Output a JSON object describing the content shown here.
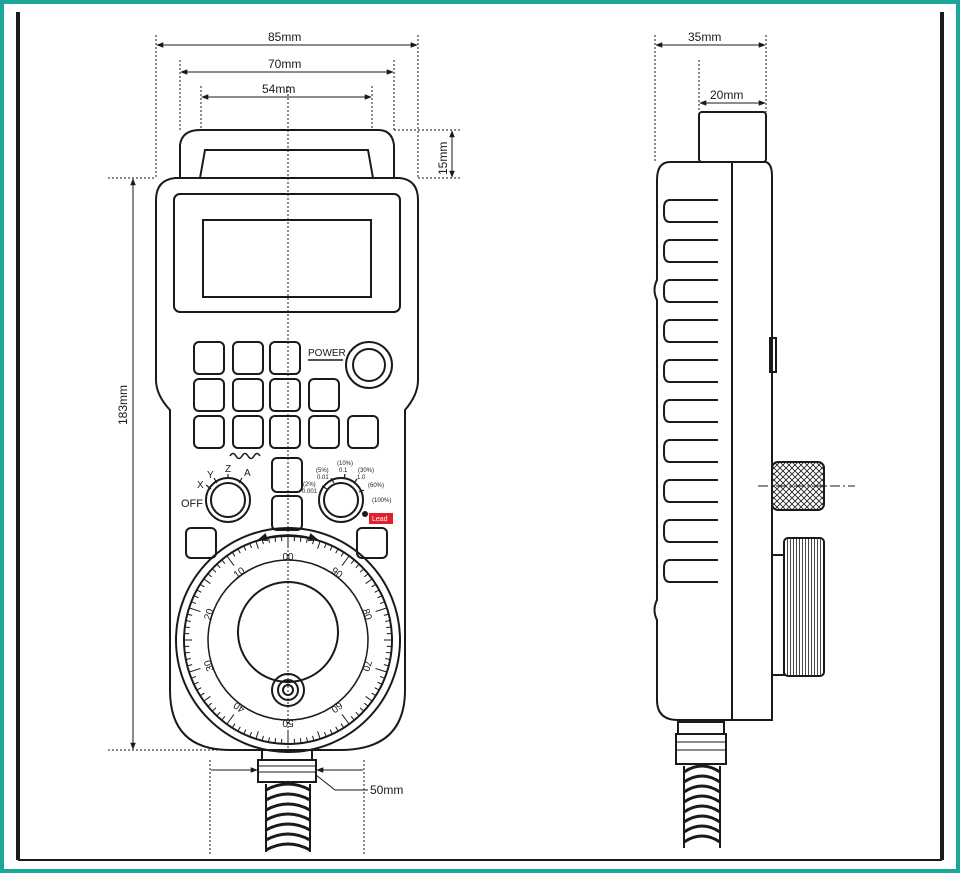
{
  "colors": {
    "frame": "#1aa89a",
    "line": "#1a1a1a",
    "lead_badge": "#e0202a"
  },
  "dimensions": {
    "width_total": "85mm",
    "width_mid": "70mm",
    "width_inner": "54mm",
    "top_height": "15mm",
    "height_total": "183mm",
    "connector": "50mm",
    "depth_total": "35mm",
    "depth_top": "20mm"
  },
  "labels": {
    "power": "POWER",
    "axis_off": "OFF",
    "axis_x": "X",
    "axis_y": "Y",
    "axis_z": "Z",
    "axis_a": "A",
    "step_2": "(2%)",
    "step_2v": "0.001",
    "step_5": "(5%)",
    "step_5v": "0.01",
    "step_10": "(10%)",
    "step_10v": "0.1",
    "step_30": "(30%)",
    "step_30v": "1.0",
    "step_60": "(60%)",
    "step_100": "(100%)",
    "lead": "Lead"
  },
  "dial_numbers": [
    "00",
    "10",
    "20",
    "30",
    "40",
    "50",
    "60",
    "70",
    "80",
    "90"
  ]
}
